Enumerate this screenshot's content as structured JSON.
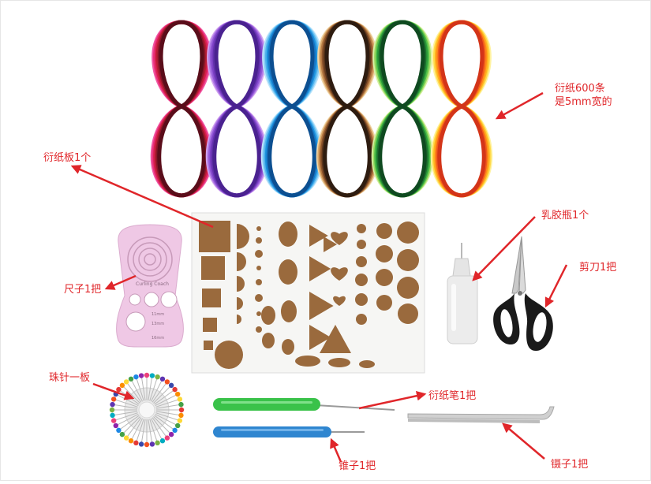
{
  "labels": {
    "quilling_paper_line1": "衍纸600条",
    "quilling_paper_line2": "是5mm宽的",
    "quilling_board": "衍纸板1个",
    "glue_bottle": "乳胶瓶1个",
    "scissors": "剪刀1把",
    "ruler": "尺子1把",
    "pin_board": "珠针一板",
    "quilling_pen": "衍纸笔1把",
    "awl": "锥子1把",
    "tweezers": "镊子1把"
  },
  "ruler_text": {
    "title": "Curling Coach",
    "mark_1": "11mm",
    "mark_2": "13mm",
    "mark_3": "16mm"
  },
  "colors": {
    "label_red": "#e0262a",
    "cork": "#9a6a3d",
    "pen_green": "#3ac24a",
    "awl_blue": "#2f86d0",
    "scissor_black": "#1a1a1a",
    "ruler_pink": "#efc6e4"
  },
  "paper_bundles": [
    {
      "name": "pink-red",
      "colors": [
        "#f15aa5",
        "#e8337a",
        "#d81e4f",
        "#b81c33",
        "#8a1528",
        "#5a0d1a"
      ]
    },
    {
      "name": "purple",
      "colors": [
        "#d3a6f0",
        "#b07ae6",
        "#9158d6",
        "#7b3fc4",
        "#6231ab",
        "#4a2290"
      ]
    },
    {
      "name": "blue",
      "colors": [
        "#bfe6fb",
        "#86cdf5",
        "#4fb2ec",
        "#1e93de",
        "#1673c2",
        "#0c4f91"
      ]
    },
    {
      "name": "brown",
      "colors": [
        "#f1d7aa",
        "#d9a86b",
        "#b57a43",
        "#8a532b",
        "#5c361c",
        "#2e1c10"
      ]
    },
    {
      "name": "green",
      "colors": [
        "#d6f2a6",
        "#9fdb63",
        "#54c04a",
        "#2b9a3a",
        "#1c6f2d",
        "#0f4a20"
      ]
    },
    {
      "name": "yellow-orange",
      "colors": [
        "#fff2a0",
        "#ffd94a",
        "#ffb31f",
        "#ff8a1a",
        "#f05a1a",
        "#d33418"
      ]
    }
  ],
  "pin_colors": [
    "#e53935",
    "#fb8c00",
    "#fdd835",
    "#43a047",
    "#1e88e5",
    "#8e24aa",
    "#ec407a",
    "#00acc1",
    "#7cb342",
    "#5e35b1",
    "#f4511e",
    "#3949ab"
  ]
}
